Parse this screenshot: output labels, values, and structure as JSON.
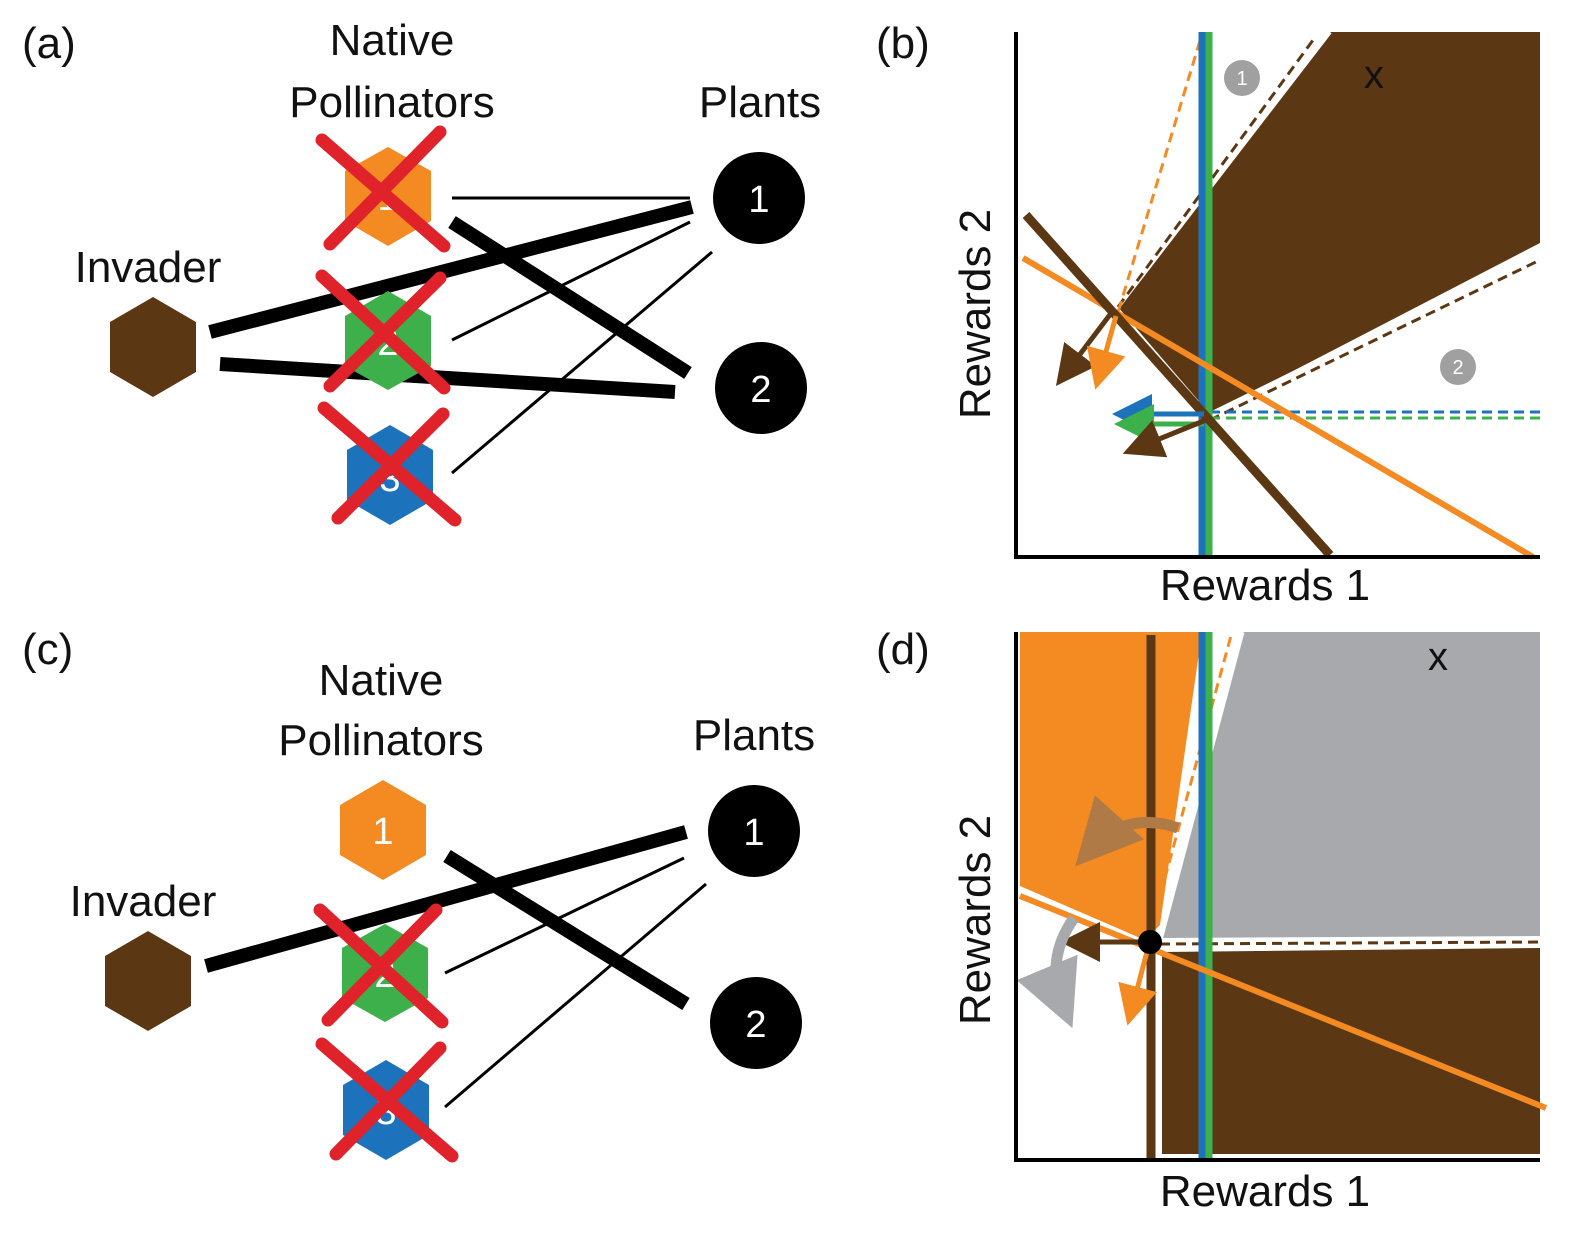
{
  "colors": {
    "invader": "#5b3714",
    "pollinator_1": "#f38a22",
    "pollinator_2": "#3db04b",
    "pollinator_3": "#1c73bb",
    "plant": "#000000",
    "cross": "#e0222a",
    "grey_region": "#a7a9ac",
    "badge": "#a0a0a0"
  },
  "panel_a": {
    "label": "(a)",
    "native_title_line1": "Native",
    "native_title_line2": "Pollinators",
    "plants_title": "Plants",
    "invader_label": "Invader",
    "pollinators": [
      "1",
      "2",
      "3"
    ],
    "plants": [
      "1",
      "2"
    ]
  },
  "panel_b": {
    "label": "(b)",
    "xlabel": "Rewards 1",
    "ylabel": "Rewards 2",
    "marker": "x",
    "badge_1": "1",
    "badge_2": "2"
  },
  "panel_c": {
    "label": "(c)",
    "native_title_line1": "Native",
    "native_title_line2": "Pollinators",
    "plants_title": "Plants",
    "invader_label": "Invader",
    "pollinators": [
      "1",
      "2",
      "3"
    ],
    "plants": [
      "1",
      "2"
    ]
  },
  "panel_d": {
    "label": "(d)",
    "xlabel": "Rewards 1",
    "ylabel": "Rewards 2",
    "marker": "x"
  }
}
